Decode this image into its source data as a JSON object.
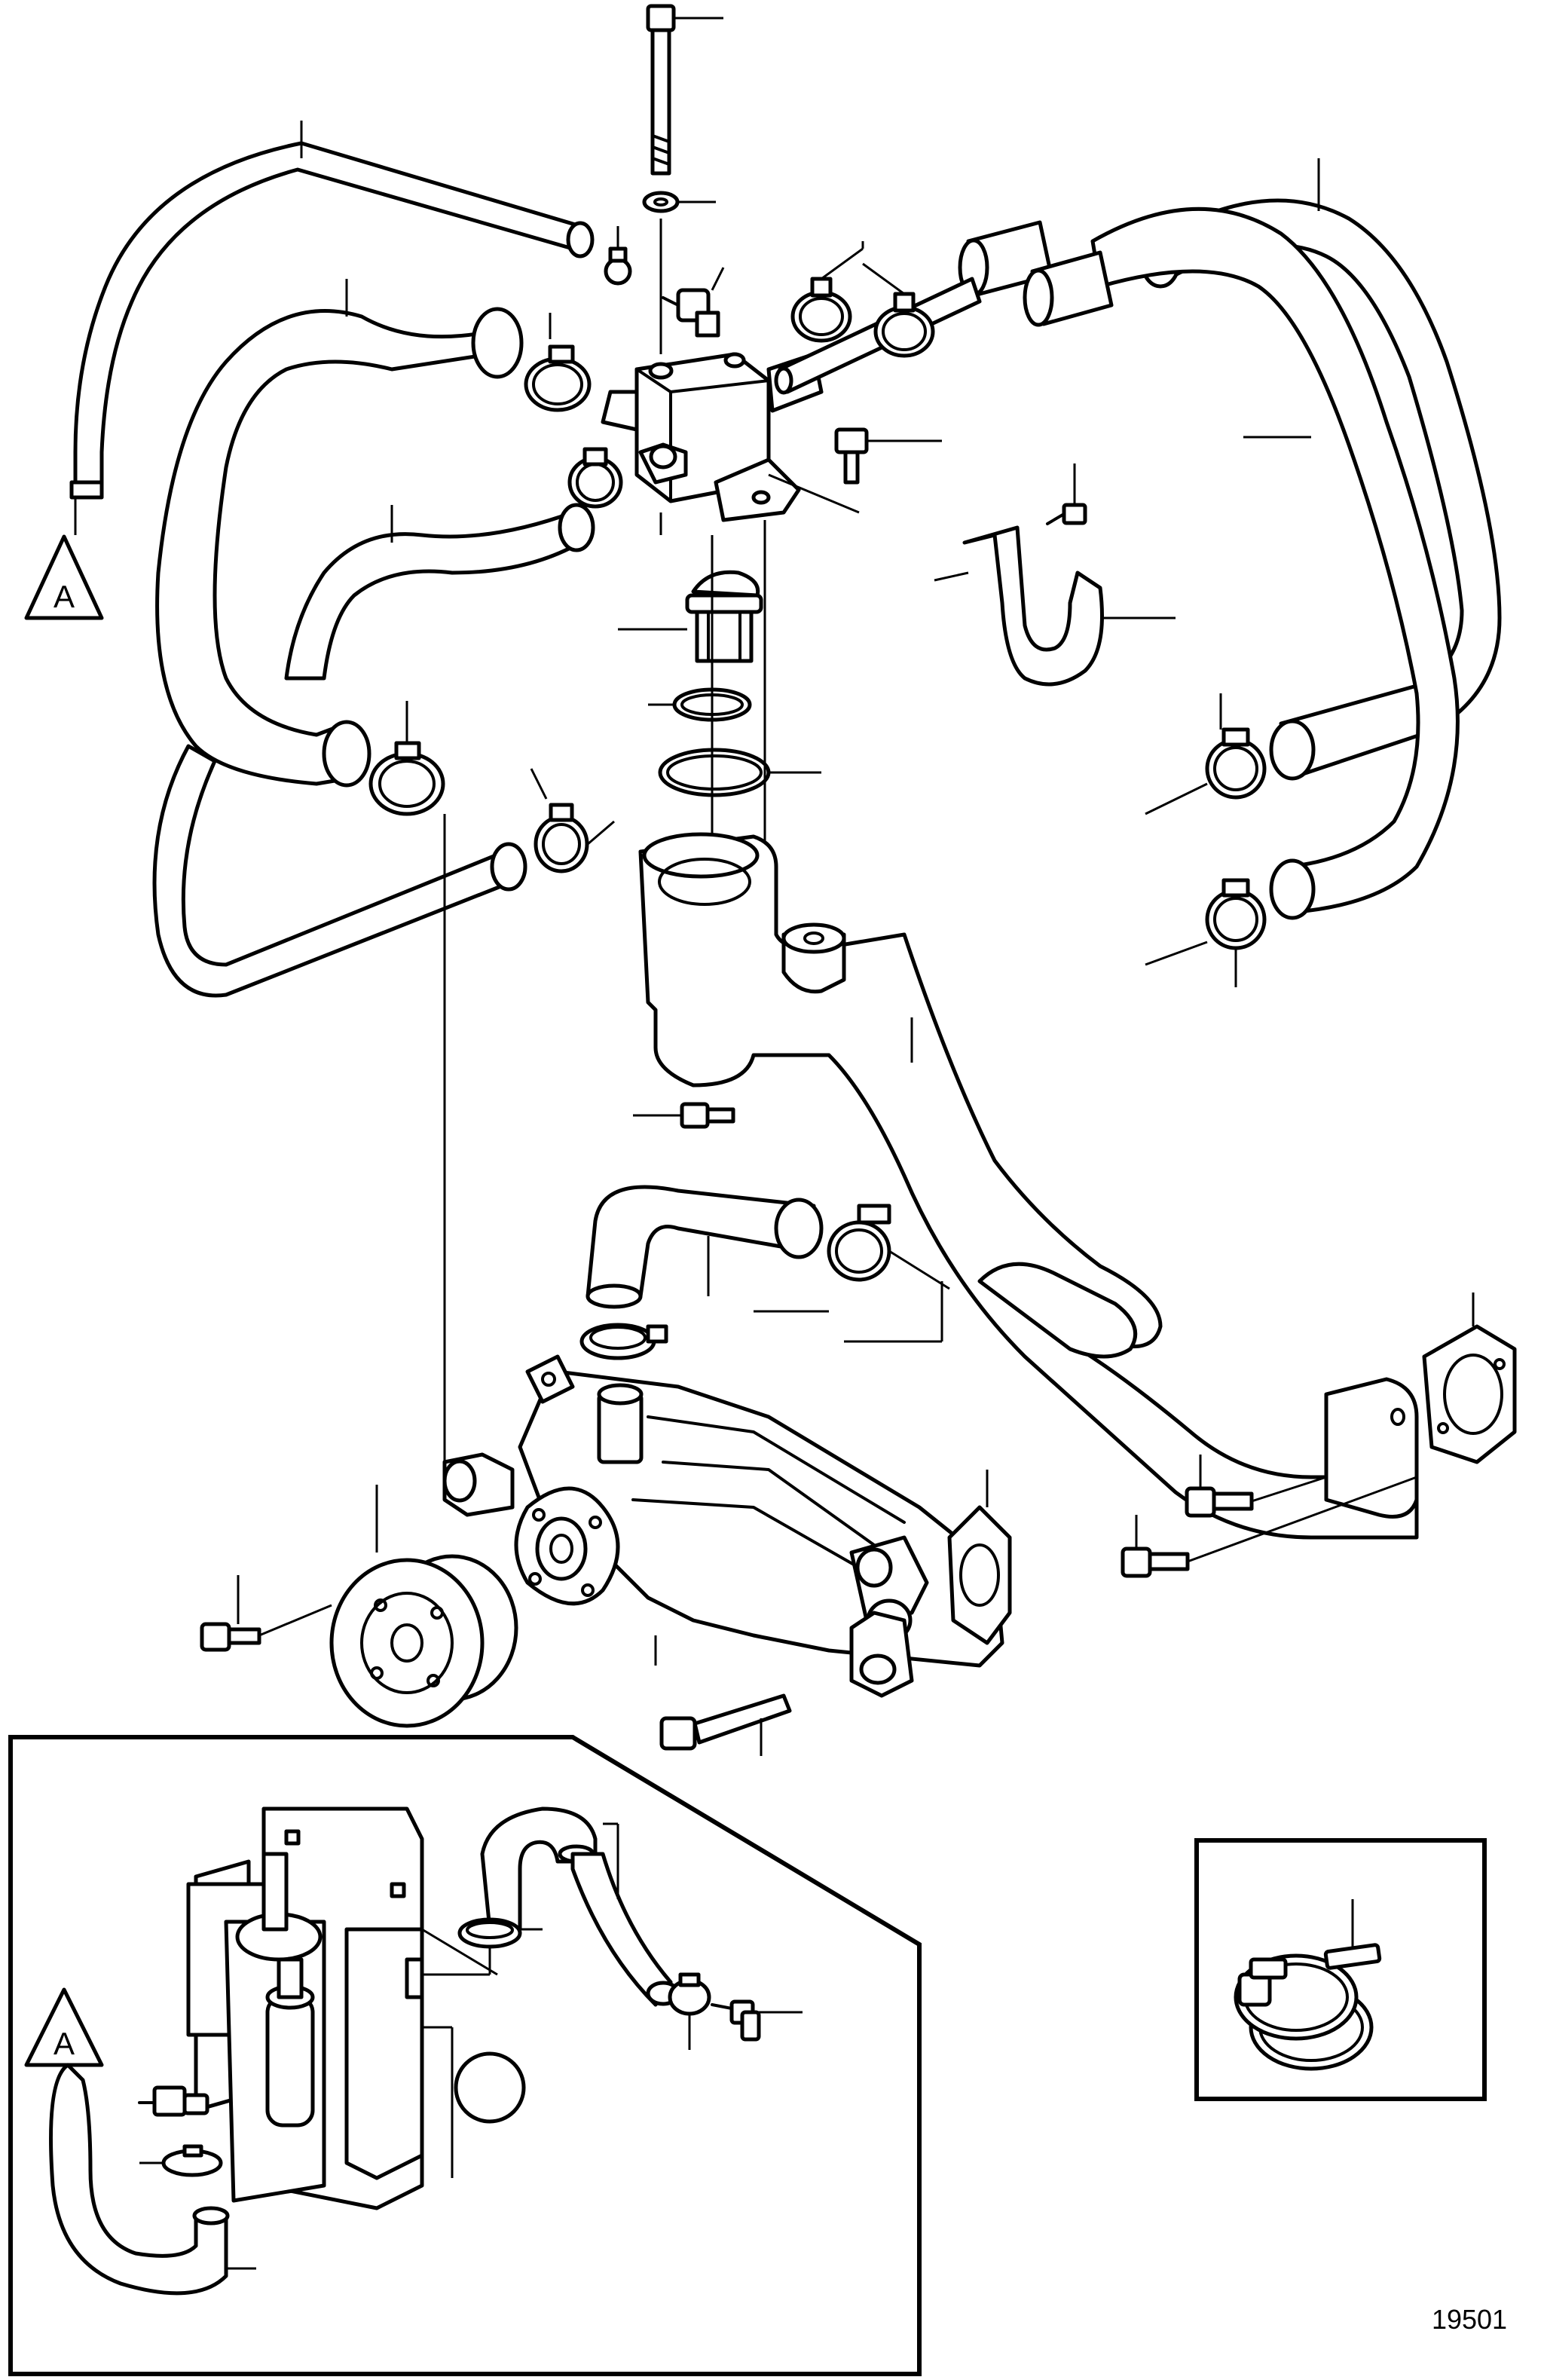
{
  "figure": {
    "drawing_number": "19501",
    "reference_marker_letter": "A",
    "inset_reference_marker_letter": "A"
  },
  "parts": [
    "long-bolt",
    "washer",
    "thermostat-housing",
    "elbow-fitting",
    "flange-bolt",
    "thermostat",
    "o-ring-small",
    "o-ring-large",
    "housing-gasket",
    "upper-bypass-hose",
    "left-hose",
    "right-hose-upper",
    "right-hose-lower",
    "hose-bracket",
    "hose-clamps",
    "riser-pipe",
    "water-pump",
    "pump-pulley",
    "pump-gasket",
    "riser-gasket",
    "short-bend-hose",
    "inset-filter-assembly",
    "clamp-detail"
  ]
}
